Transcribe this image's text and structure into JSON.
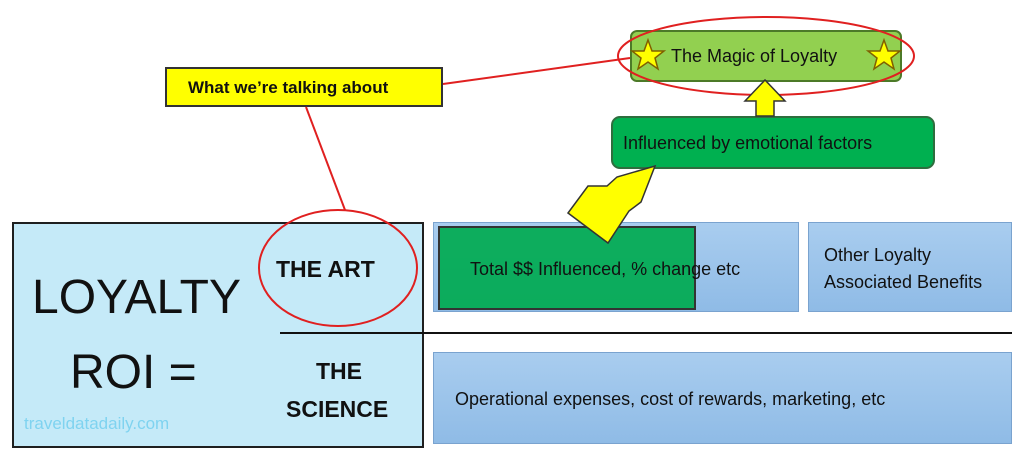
{
  "left_panel": {
    "loyalty_label": "LOYALTY",
    "roi_label": "ROI =",
    "art_label": "THE  ART",
    "science_line1": "THE",
    "science_line2": "SCIENCE",
    "watermark": "traveldatadaily.com"
  },
  "boxes": {
    "influenced_total": "Total $$ Influenced, % change etc",
    "other_benefits_line1": "Other Loyalty",
    "other_benefits_line2": "Associated Benefits",
    "operational_expenses": "Operational expenses, cost of rewards, marketing, etc"
  },
  "callouts": {
    "emotional_factors": "Influenced by emotional factors",
    "magic": "The Magic of Loyalty",
    "talking_about": "What we’re talking about"
  },
  "colors": {
    "roi_box": "#c5eaf8",
    "blue_box": "#9dc3e6",
    "green_box": "#00b050",
    "magic_box": "#92d050",
    "callout_yellow": "#ffff00",
    "circle_red": "#e02020",
    "arrow_yellow": "#ffff00"
  },
  "icons": [
    "star-icon",
    "star-icon",
    "arrow-up-right-icon",
    "arrow-up-icon"
  ]
}
